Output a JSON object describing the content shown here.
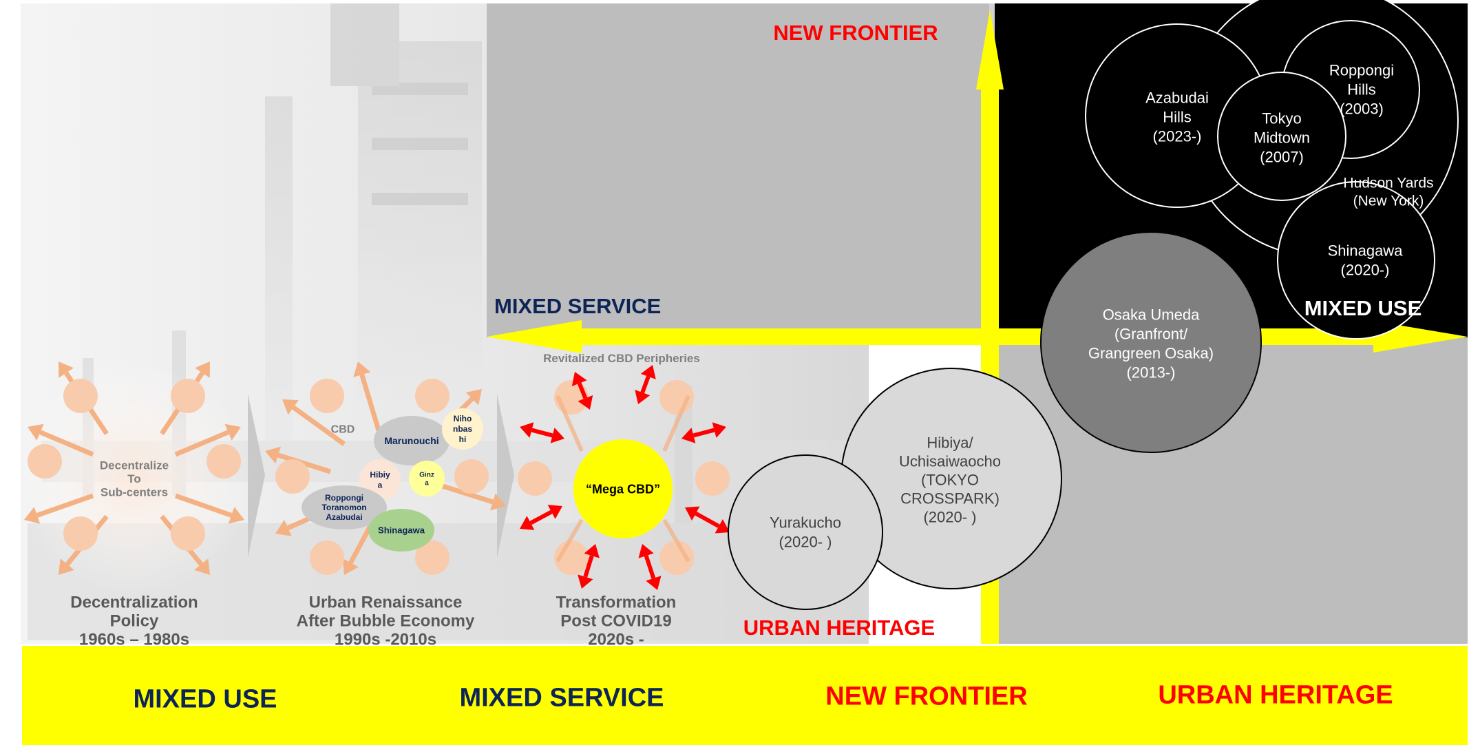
{
  "colors": {
    "yellow": "#ffff00",
    "navy": "#0d2457",
    "red": "#ff0000",
    "quadrant_grey": "#bdbdbd",
    "quadrant_black": "#000000",
    "peach": "#f8cbad",
    "arrow_peach": "#f4b183"
  },
  "axis_labels": {
    "top": "NEW FRONTIER",
    "left": "MIXED SERVICE",
    "right": "MIXED USE",
    "bottom": "URBAN HERITAGE"
  },
  "eras": [
    {
      "center_text": [
        "Decentralize",
        "To",
        "Sub-centers"
      ],
      "caption": [
        "Decentralization",
        "Policy",
        "1960s – 1980s"
      ]
    },
    {
      "center_text": [],
      "caption": [
        "Urban Renaissance",
        "After Bubble Economy",
        "1990s -2010s"
      ],
      "labels": {
        "cbd": "CBD",
        "marunouchi": "Marunouchi",
        "nihonbashi": [
          "Niho",
          "nbas",
          "hi"
        ],
        "hibiya": [
          "Hibiy",
          "a"
        ],
        "ginza": [
          "Ginz",
          "a"
        ],
        "roppongi": [
          "Roppongi",
          "Toranomon",
          "Azabudai"
        ],
        "shinagawa": "Shinagawa"
      }
    },
    {
      "center_text": [
        "“Mega CBD”"
      ],
      "caption": [
        "Transformation",
        "Post COVID19",
        "2020s -"
      ],
      "labels": {
        "peripheries": "Revitalized CBD Peripheries"
      }
    }
  ],
  "projects": {
    "azabudai": [
      "Azabudai",
      "Hills",
      "(2023-)"
    ],
    "roppongi": [
      "Roppongi",
      "Hills",
      "(2003)"
    ],
    "midtown": [
      "Tokyo",
      "Midtown",
      "(2007)"
    ],
    "hudson": [
      "Hudson Yards",
      "(New York)"
    ],
    "shinagawa": [
      "Shinagawa",
      "(2020-)"
    ],
    "osaka": [
      "Osaka Umeda",
      "(Granfront/",
      "Grangreen Osaka)",
      "(2013-)"
    ],
    "hibiya": [
      "Hibiya/",
      "Uchisaiwaocho",
      "(TOKYO",
      "CROSSPARK)",
      "(2020- )"
    ],
    "yurakucho": [
      "Yurakucho",
      "(2020- )"
    ]
  },
  "bottom_band": [
    "MIXED USE",
    "MIXED SERVICE",
    "NEW FRONTIER",
    "URBAN HERITAGE"
  ]
}
